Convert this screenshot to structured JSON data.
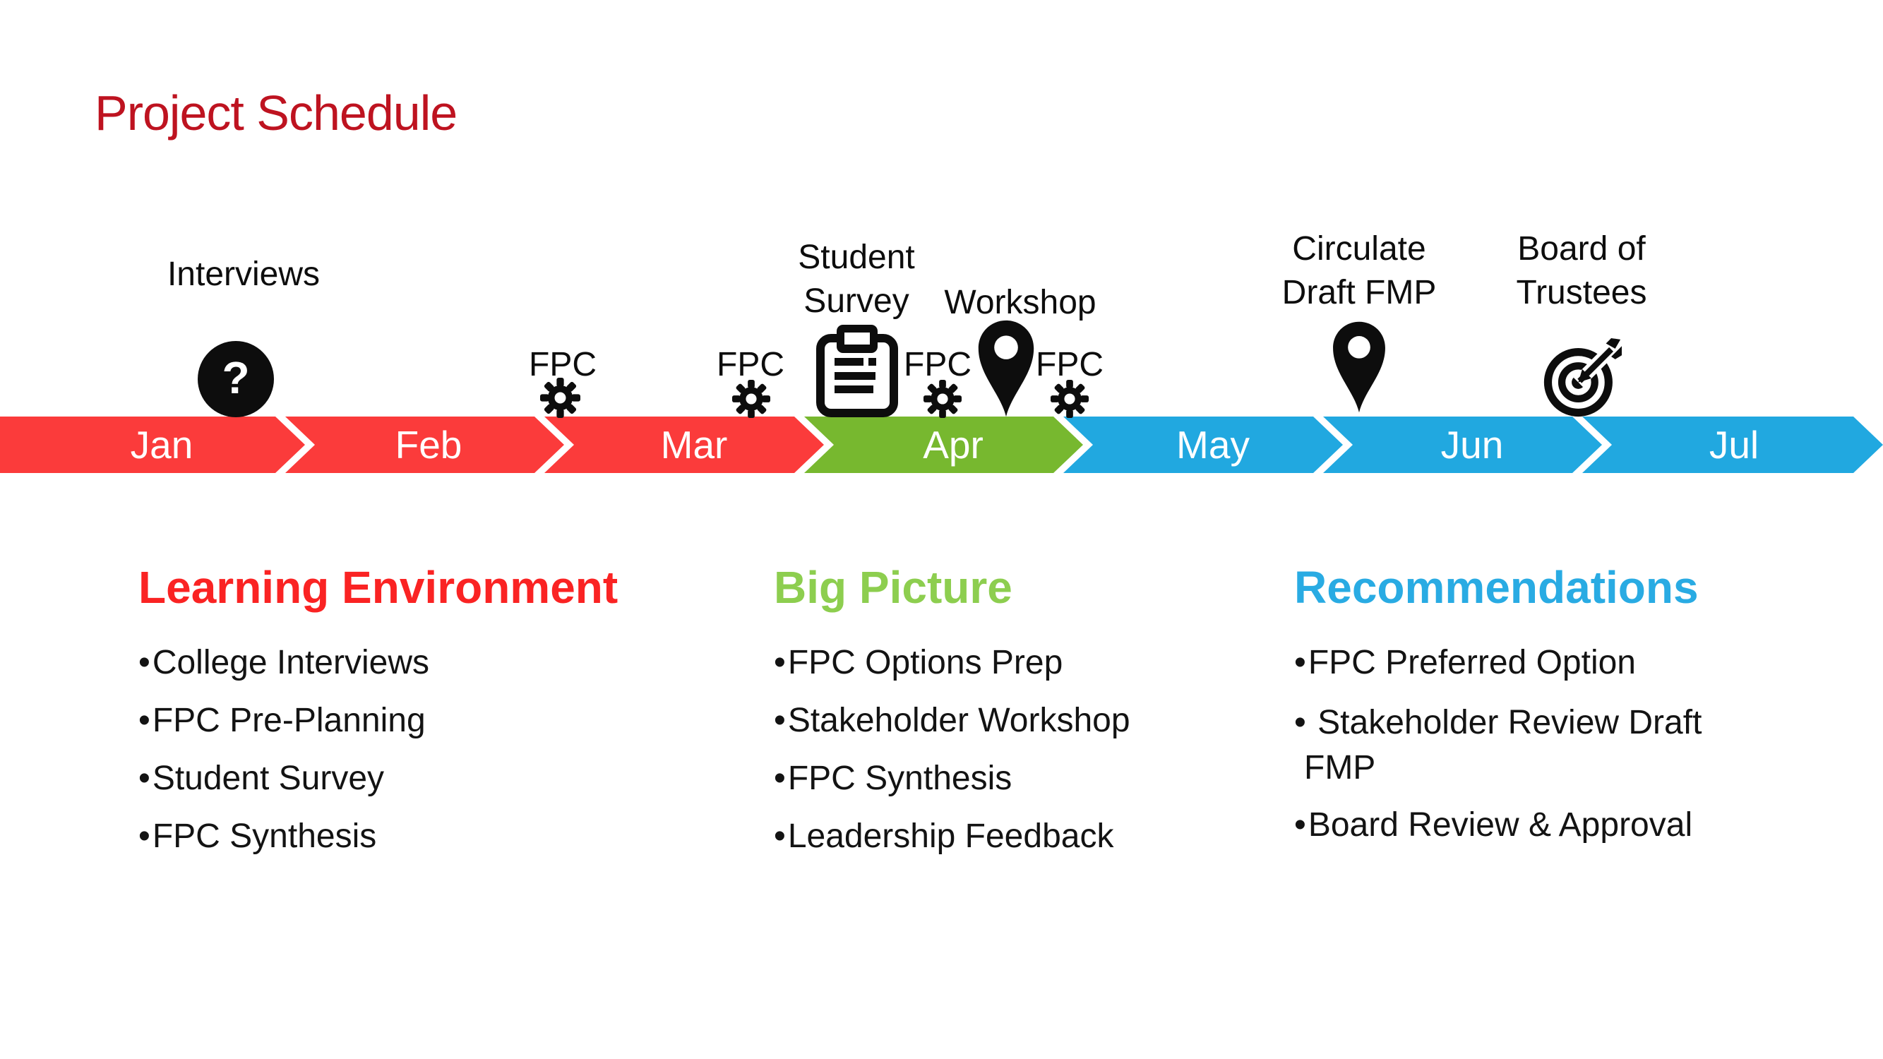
{
  "title": {
    "text": "Project Schedule",
    "color": "#BE1320"
  },
  "timeline": {
    "separator_color": "#FFFFFF",
    "months": [
      {
        "label": "Jan",
        "color": "#FB3B3B"
      },
      {
        "label": "Feb",
        "color": "#FB3B3B"
      },
      {
        "label": "Mar",
        "color": "#FB3B3B"
      },
      {
        "label": "Apr",
        "color": "#77B82F"
      },
      {
        "label": "May",
        "color": "#21A8E0"
      },
      {
        "label": "Jun",
        "color": "#21A8E0"
      },
      {
        "label": "Jul",
        "color": "#21A8E0"
      }
    ],
    "milestones": [
      {
        "label": "Interviews",
        "icon": "question-circle-icon",
        "glyph": "?"
      },
      {
        "label": "FPC",
        "icon": "gear-icon"
      },
      {
        "label": "FPC",
        "icon": "gear-icon"
      },
      {
        "lines": [
          "Student",
          "Survey"
        ],
        "icon": "clipboard-icon"
      },
      {
        "label": "FPC",
        "icon": "gear-icon"
      },
      {
        "label": "Workshop",
        "icon": "map-pin-icon"
      },
      {
        "label": "FPC",
        "icon": "gear-icon"
      },
      {
        "lines": [
          "Circulate",
          "Draft FMP"
        ],
        "icon": "map-pin-icon"
      },
      {
        "lines": [
          "Board of",
          "Trustees"
        ],
        "icon": "target-icon"
      }
    ]
  },
  "columns": [
    {
      "heading": "Learning Environment",
      "color": "#FA2323",
      "items": [
        "College Interviews",
        "FPC Pre-Planning",
        "Student Survey",
        "FPC Synthesis"
      ]
    },
    {
      "heading": "Big Picture",
      "color": "#8DCE4F",
      "items": [
        "FPC Options Prep",
        "Stakeholder Workshop",
        "FPC Synthesis",
        "Leadership Feedback"
      ]
    },
    {
      "heading": "Recommendations",
      "color": "#29ABE3",
      "items": [
        "FPC Preferred Option",
        [
          "Stakeholder Review Draft",
          "FMP"
        ],
        "Board Review & Approval"
      ]
    }
  ]
}
